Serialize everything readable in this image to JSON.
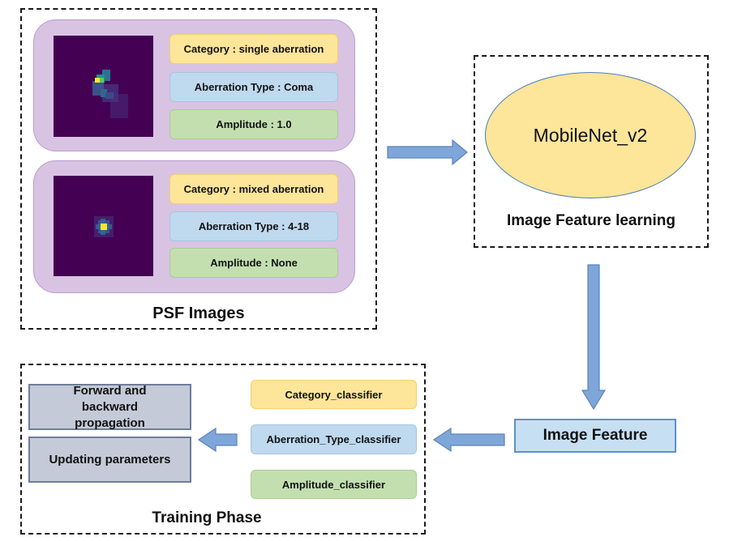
{
  "psf_section": {
    "title": "PSF Images",
    "samples": [
      {
        "category": "Category : single aberration",
        "aberration_type": "Aberration Type : Coma",
        "amplitude": "Amplitude : 1.0"
      },
      {
        "category": "Category : mixed aberration",
        "aberration_type": "Aberration Type : 4-18",
        "amplitude": "Amplitude : None"
      }
    ]
  },
  "feature_learning": {
    "model": "MobileNet_v2",
    "title": "Image Feature learning"
  },
  "image_feature": {
    "label": "Image Feature"
  },
  "training_phase": {
    "title": "Training Phase",
    "classifiers": [
      "Category_classifier",
      "Aberration_Type_classifier",
      "Amplitude_classifier"
    ],
    "steps": [
      "Forward and backward propagation",
      "Updating parameters"
    ]
  },
  "colors": {
    "panel": "#d9c3e3",
    "category": "#fde59a",
    "aberration": "#bfd9ee",
    "amplitude": "#c3dfb0",
    "arrow": "#7fa6d8",
    "psf_background": "#440154"
  }
}
